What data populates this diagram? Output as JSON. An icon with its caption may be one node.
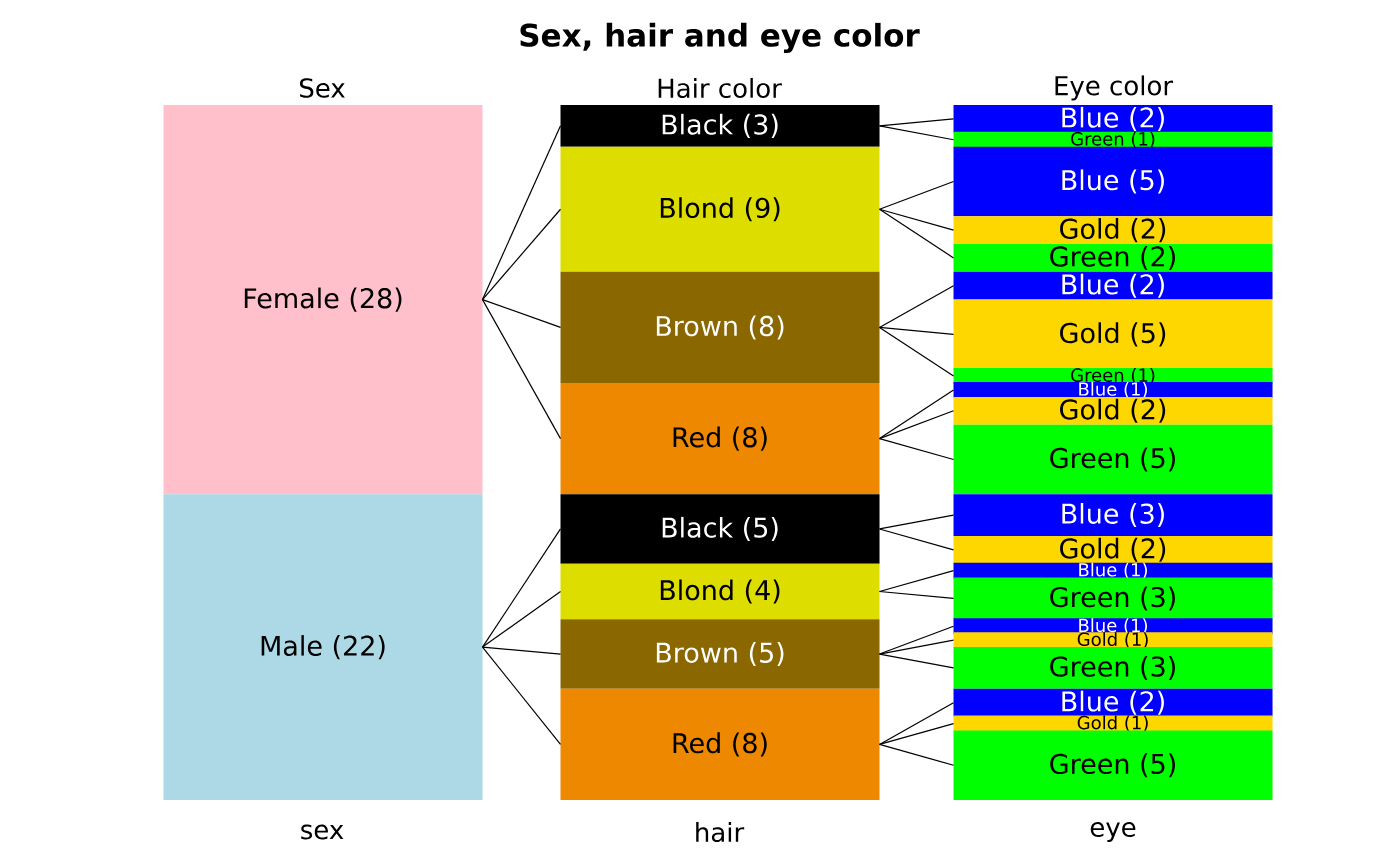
{
  "diagram": {
    "title": "Sex, hair and eye color",
    "nodes": [
      {
        "text": [
          "Female (28)"
        ]
      },
      {
        "text": [
          "Male (22)"
        ]
      },
      {
        "text": [
          "Black (3)"
        ]
      },
      {
        "text": [
          "Blond (9)"
        ]
      },
      {
        "text": [
          "Brown (8)"
        ]
      },
      {
        "text": [
          "Red (8)"
        ]
      },
      {
        "text": [
          "Black (5)"
        ]
      },
      {
        "text": [
          "Blond (4)"
        ]
      },
      {
        "text": [
          "Brown (5)"
        ]
      },
      {
        "text": [
          "Red (8)"
        ]
      },
      {
        "text": [
          "Blue (2)"
        ]
      },
      {
        "text": [
          "Green (1)"
        ]
      },
      {
        "text": [
          "Blue (5)"
        ]
      },
      {
        "text": [
          "Gold (2)"
        ]
      },
      {
        "text": [
          "Green (2)"
        ]
      },
      {
        "text": [
          "Blue (2)"
        ]
      },
      {
        "text": [
          "Gold (5)"
        ]
      },
      {
        "text": [
          "Green (1)"
        ]
      },
      {
        "text": [
          "Blue (1)"
        ]
      },
      {
        "text": [
          "Gold (2)"
        ]
      },
      {
        "text": [
          "Green (5)"
        ]
      },
      {
        "text": [
          "Blue (3)"
        ]
      },
      {
        "text": [
          "Gold (2)"
        ]
      },
      {
        "text": [
          "Blue (1)"
        ]
      },
      {
        "text": [
          "Green (3)"
        ]
      },
      {
        "text": [
          "Blue (1)"
        ]
      },
      {
        "text": [
          "Gold (1)"
        ]
      },
      {
        "text": [
          "Green (3)"
        ]
      },
      {
        "text": [
          "Blue (2)"
        ]
      },
      {
        "text": [
          "Gold (1)"
        ]
      },
      {
        "text": [
          "Green (5)"
        ]
      }
    ],
    "edges": [
      {
        "from": 0,
        "to": 2,
        "arrow": "none"
      },
      {
        "from": 0,
        "to": 3,
        "arrow": "none"
      },
      {
        "from": 0,
        "to": 4,
        "arrow": "none"
      },
      {
        "from": 0,
        "to": 5,
        "arrow": "none"
      },
      {
        "from": 1,
        "to": 6,
        "arrow": "none"
      },
      {
        "from": 1,
        "to": 7,
        "arrow": "none"
      },
      {
        "from": 1,
        "to": 8,
        "arrow": "none"
      },
      {
        "from": 1,
        "to": 9,
        "arrow": "none"
      },
      {
        "from": 2,
        "to": 10,
        "arrow": "none"
      },
      {
        "from": 2,
        "to": 11,
        "arrow": "none"
      },
      {
        "from": 3,
        "to": 12,
        "arrow": "none"
      },
      {
        "from": 3,
        "to": 13,
        "arrow": "none"
      },
      {
        "from": 3,
        "to": 14,
        "arrow": "none"
      },
      {
        "from": 4,
        "to": 15,
        "arrow": "none"
      },
      {
        "from": 4,
        "to": 16,
        "arrow": "none"
      },
      {
        "from": 4,
        "to": 17,
        "arrow": "none"
      },
      {
        "from": 5,
        "to": 18,
        "arrow": "none"
      },
      {
        "from": 5,
        "to": 19,
        "arrow": "none"
      },
      {
        "from": 5,
        "to": 20,
        "arrow": "none"
      },
      {
        "from": 6,
        "to": 21,
        "arrow": "none"
      },
      {
        "from": 6,
        "to": 22,
        "arrow": "none"
      },
      {
        "from": 7,
        "to": 23,
        "arrow": "none"
      },
      {
        "from": 7,
        "to": 24,
        "arrow": "none"
      },
      {
        "from": 8,
        "to": 25,
        "arrow": "none"
      },
      {
        "from": 8,
        "to": 26,
        "arrow": "none"
      },
      {
        "from": 8,
        "to": 27,
        "arrow": "none"
      },
      {
        "from": 9,
        "to": 28,
        "arrow": "none"
      },
      {
        "from": 9,
        "to": 29,
        "arrow": "none"
      },
      {
        "from": 9,
        "to": 30,
        "arrow": "none"
      }
    ],
    "labels": [
      "Sex",
      "Hair color",
      "Eye color",
      "sex",
      "hair",
      "eye"
    ]
  }
}
